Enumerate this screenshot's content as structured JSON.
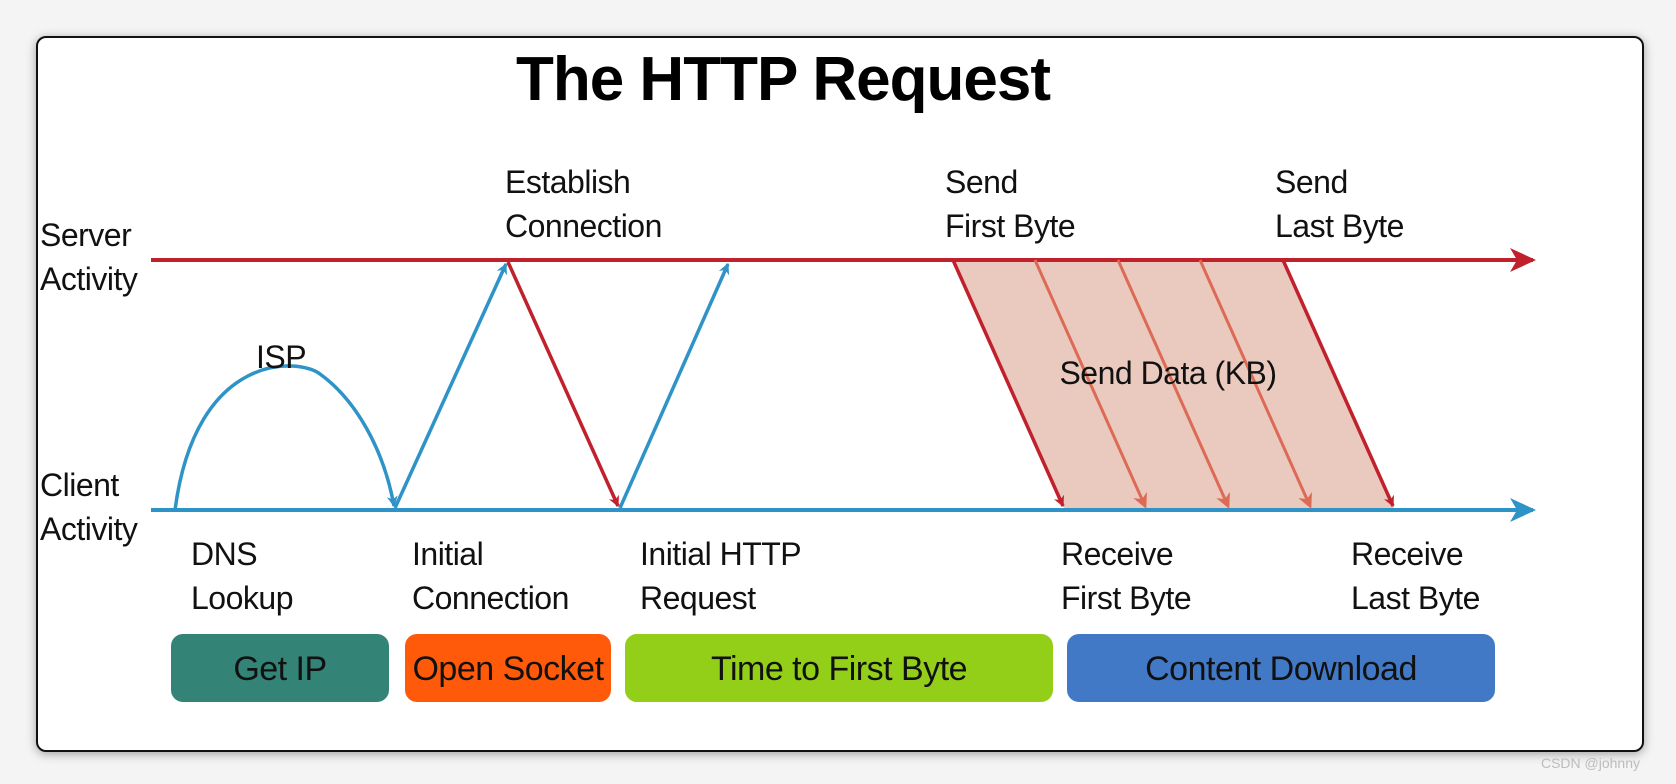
{
  "title": "The HTTP Request",
  "lanes": {
    "server": [
      "Server",
      "Activity"
    ],
    "client": [
      "Client",
      "Activity"
    ]
  },
  "server_labels": {
    "establish": [
      "Establish",
      "Connection"
    ],
    "send_first": [
      "Send",
      "First Byte"
    ],
    "send_last": [
      "Send",
      "Last Byte"
    ]
  },
  "client_labels": {
    "dns": [
      "DNS",
      "Lookup"
    ],
    "initial_connection": [
      "Initial",
      "Connection"
    ],
    "initial_request": [
      "Initial HTTP",
      "Request"
    ],
    "receive_first": [
      "Receive",
      "First Byte"
    ],
    "receive_last": [
      "Receive",
      "Last Byte"
    ]
  },
  "isp_label": "ISP",
  "send_data_label": "Send Data (KB)",
  "phases": [
    {
      "label": "Get IP",
      "color": "#348377"
    },
    {
      "label": "Open Socket",
      "color": "#ff5a0a"
    },
    {
      "label": "Time to First Byte",
      "color": "#93cf18"
    },
    {
      "label": "Content Download",
      "color": "#4279c6"
    }
  ],
  "colors": {
    "server_line": "#c0212c",
    "client_line": "#2e93c6",
    "data_fill": "#e8c3b7",
    "data_arrow": "#dd6a55"
  },
  "watermark": "CSDN @johnny"
}
